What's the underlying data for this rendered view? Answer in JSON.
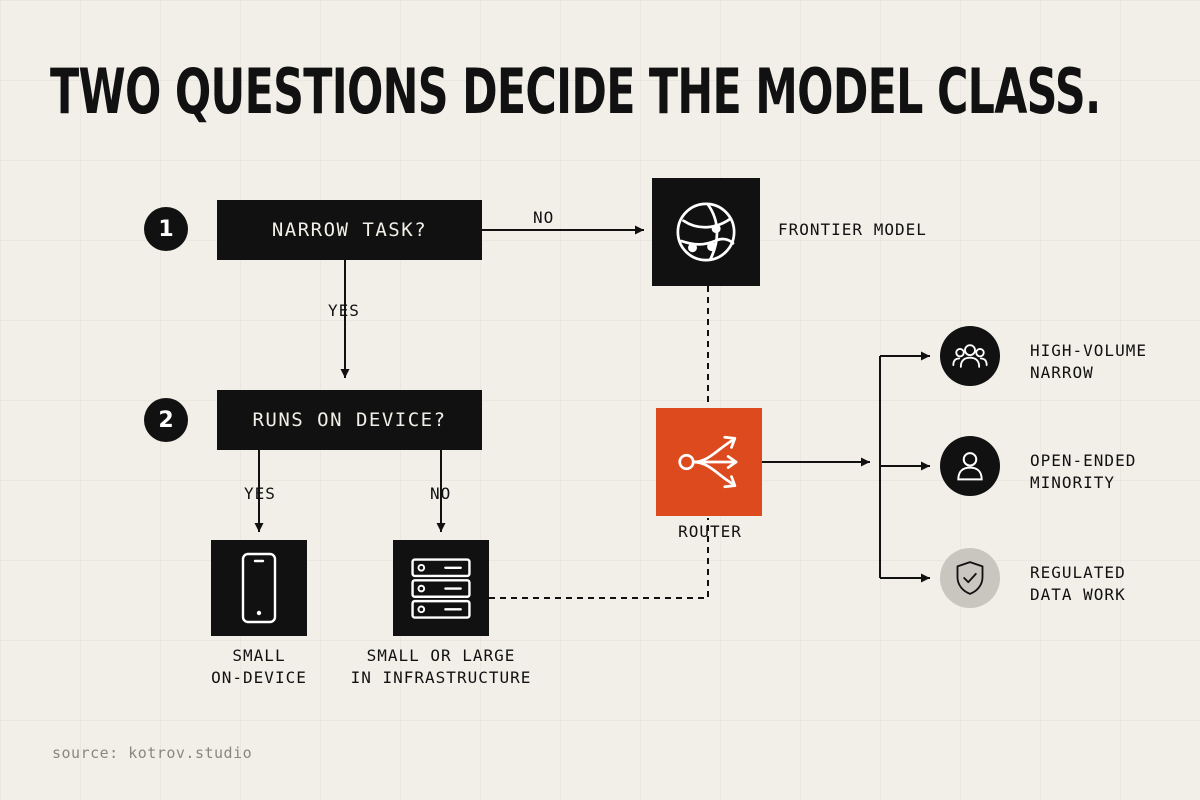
{
  "title": "TWO QUESTIONS DECIDE THE MODEL CLASS.",
  "steps": [
    {
      "number": "1",
      "question": "NARROW TASK?"
    },
    {
      "number": "2",
      "question": "RUNS ON DEVICE?"
    }
  ],
  "edges": {
    "q1_no": "NO",
    "q1_yes": "YES",
    "q2_yes": "YES",
    "q2_no": "NO"
  },
  "nodes": {
    "frontier": {
      "label": "FRONTIER MODEL",
      "icon": "globe-network-icon"
    },
    "router": {
      "label": "ROUTER",
      "icon": "router-split-icon",
      "color": "#dd4a1e"
    },
    "device": {
      "line1": "SMALL",
      "line2": "ON-DEVICE",
      "icon": "smartphone-icon"
    },
    "infra": {
      "line1": "SMALL OR LARGE",
      "line2": "IN INFRASTRUCTURE",
      "icon": "server-rack-icon"
    }
  },
  "outcomes": [
    {
      "line1": "HIGH-VOLUME",
      "line2": "NARROW",
      "icon": "users-group-icon"
    },
    {
      "line1": "OPEN-ENDED",
      "line2": "MINORITY",
      "icon": "user-icon"
    },
    {
      "line1": "REGULATED",
      "line2": "DATA WORK",
      "icon": "shield-check-icon"
    }
  ],
  "source": "source: kotrov.studio"
}
